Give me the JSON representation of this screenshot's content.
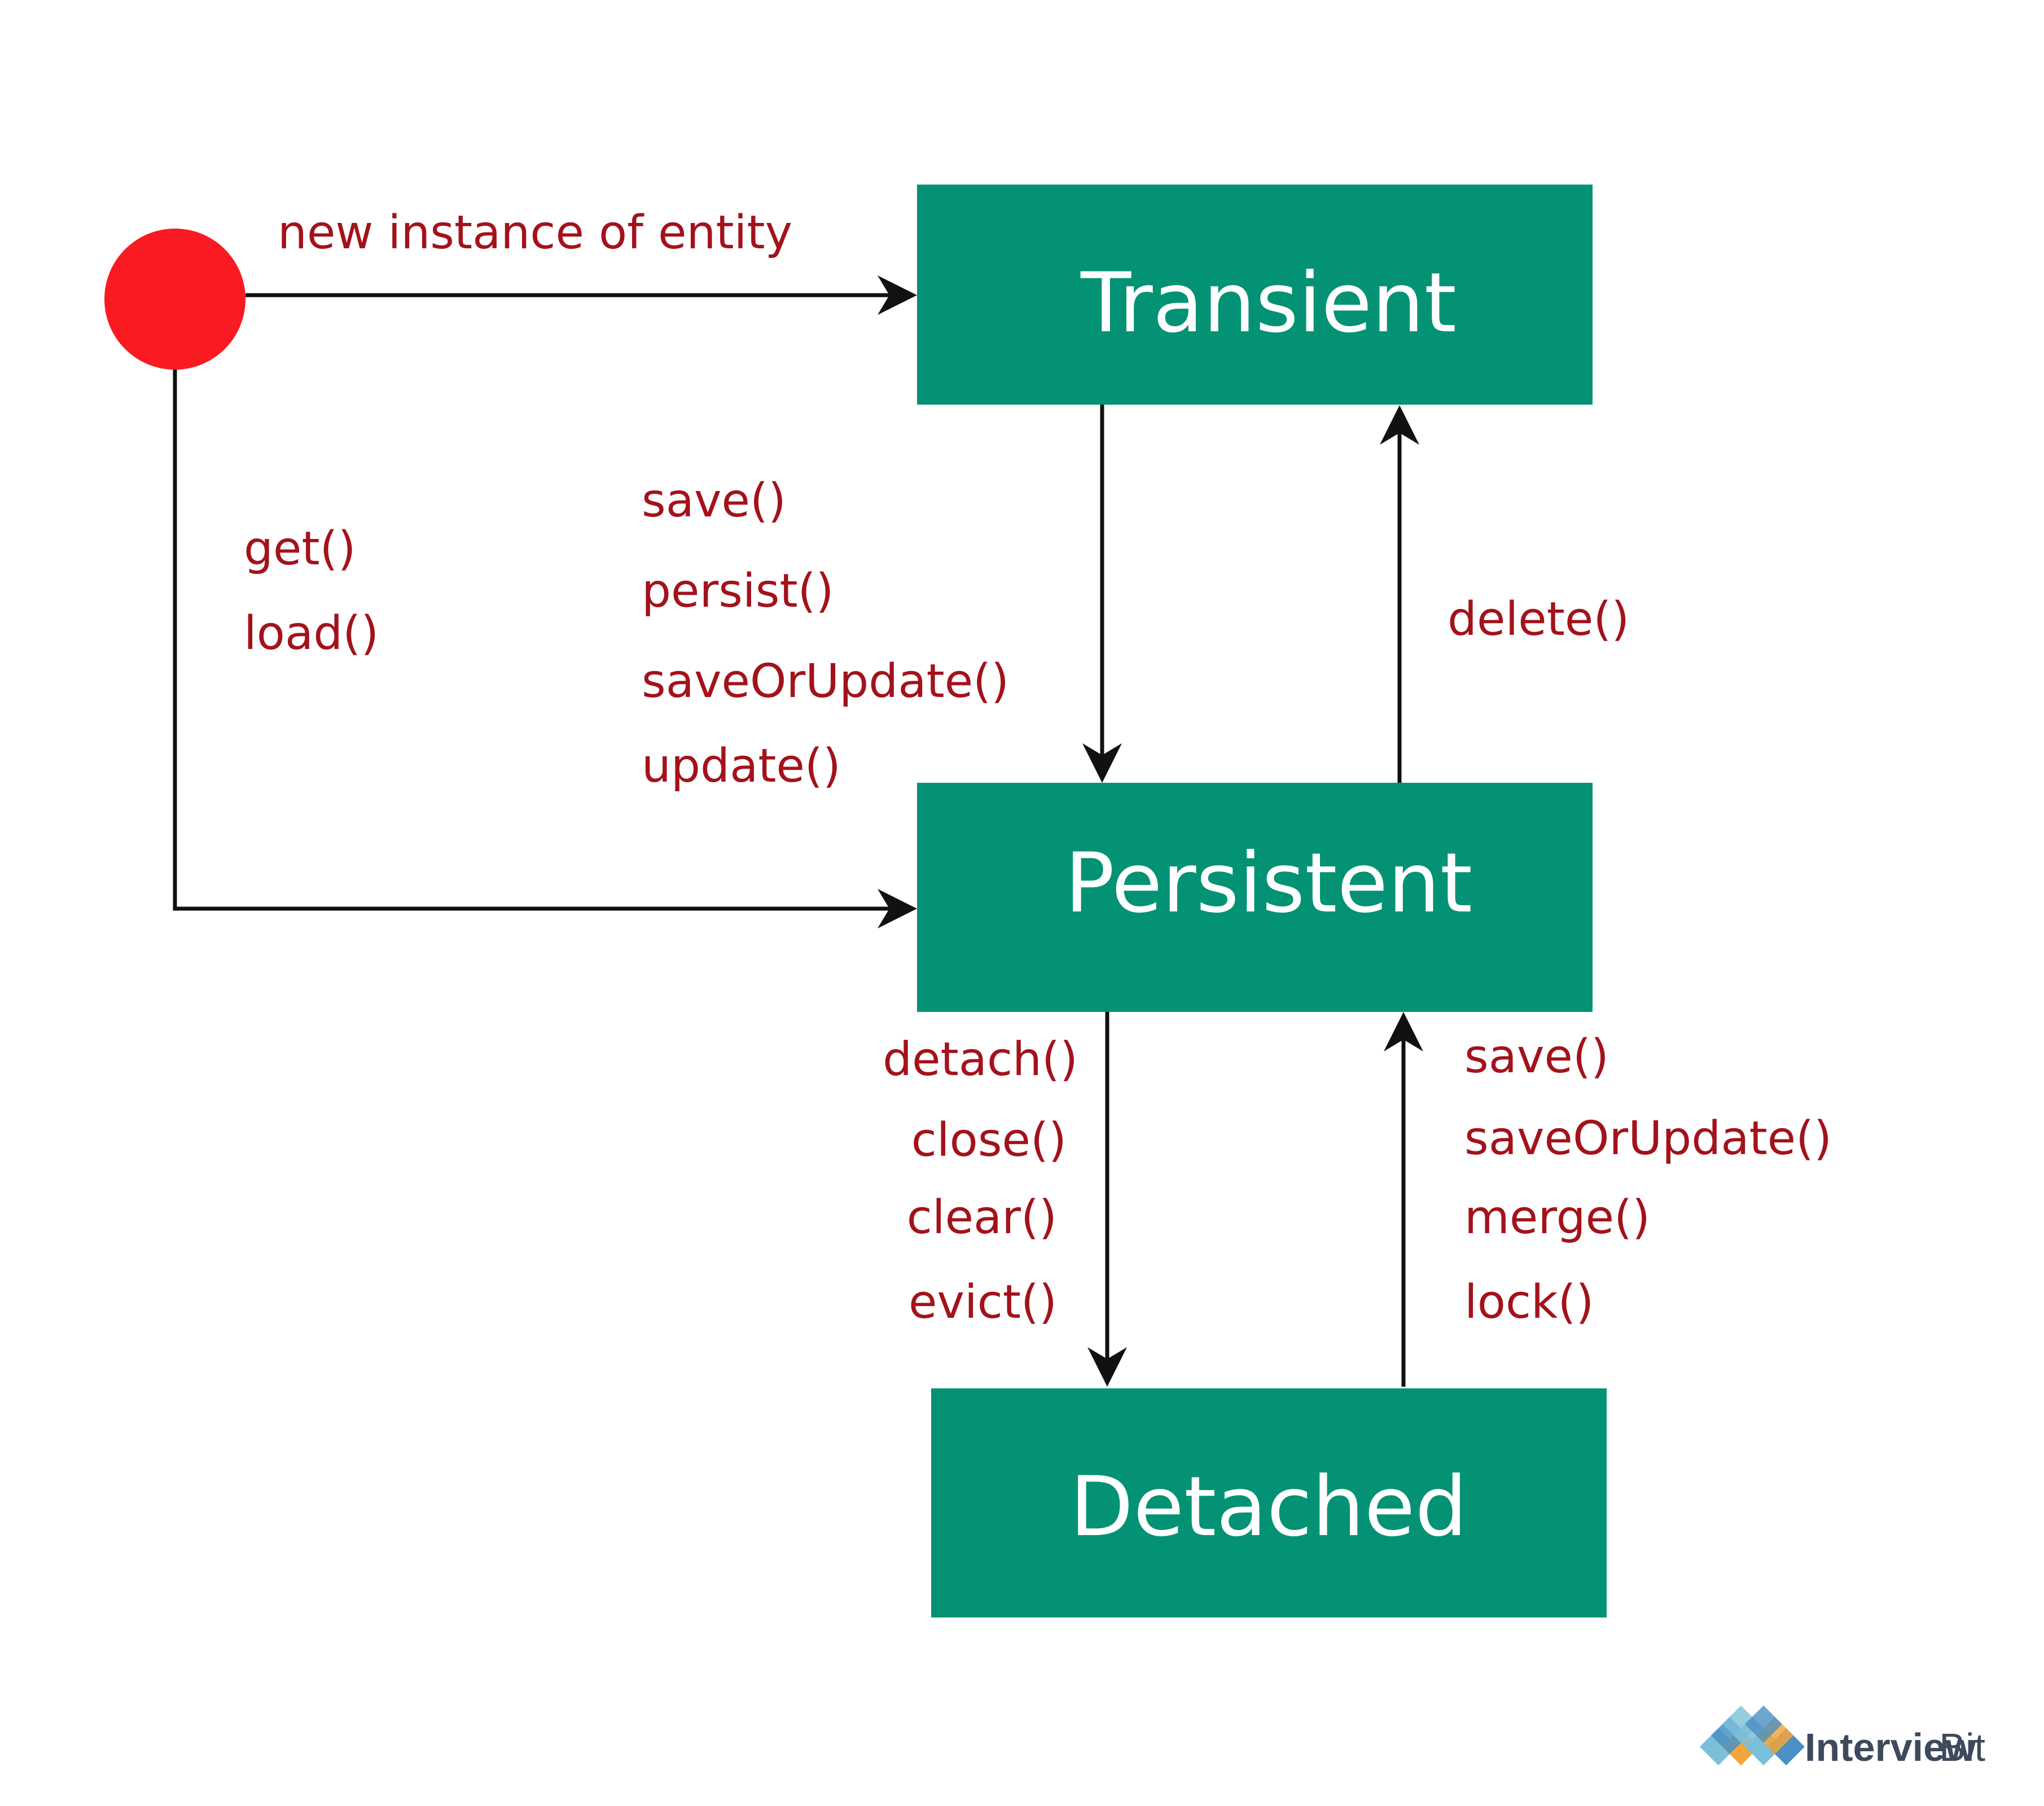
{
  "colors": {
    "state_fill": "#049274",
    "state_text": "#ffffff",
    "label_text": "#a3121b",
    "start_node": "#fa1a22",
    "edge": "#111111"
  },
  "states": {
    "transient": "Transient",
    "persistent": "Persistent",
    "detached": "Detached"
  },
  "edges": {
    "start_to_transient": [
      "new instance of entity"
    ],
    "start_to_persistent": [
      "get()",
      "load()"
    ],
    "transient_to_persistent": [
      "save()",
      "persist()",
      "saveOrUpdate()",
      "update()"
    ],
    "persistent_to_transient": [
      "delete()"
    ],
    "persistent_to_detached": [
      "detach()",
      "close()",
      "clear()",
      "evict()"
    ],
    "detached_to_persistent": [
      "save()",
      "saveOrUpdate()",
      "merge()",
      "lock()"
    ]
  },
  "brand": {
    "name_bold": "Interview",
    "name_light": "Bit",
    "icon": "interviewbit-logo-icon"
  }
}
